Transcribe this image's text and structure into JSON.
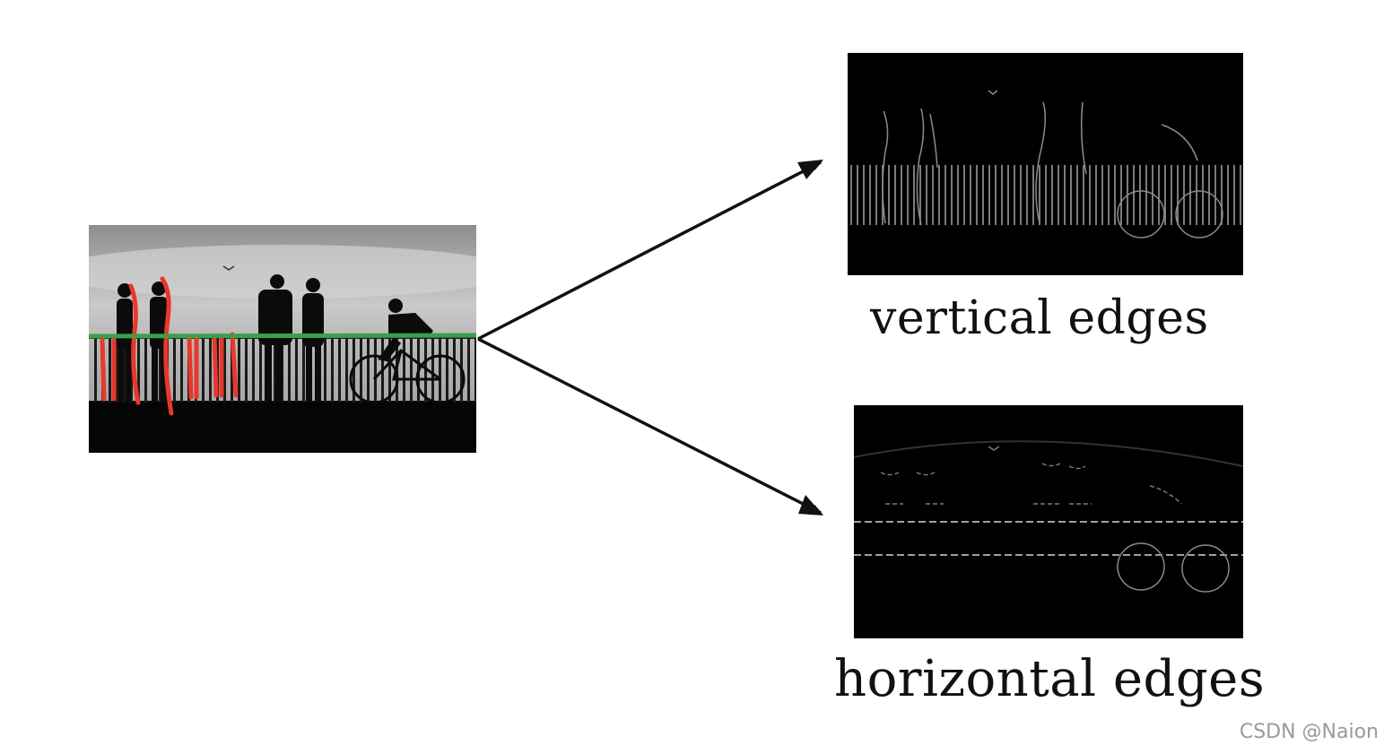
{
  "captions": {
    "vertical": "vertical edges",
    "horizontal": "horizontal edges"
  },
  "watermark": "CSDN @Naion",
  "colors": {
    "background": "#ffffff",
    "panel_black": "#000000",
    "annotation_red": "#e8372c",
    "annotation_green": "#3aa04a",
    "arrow": "#111111"
  }
}
